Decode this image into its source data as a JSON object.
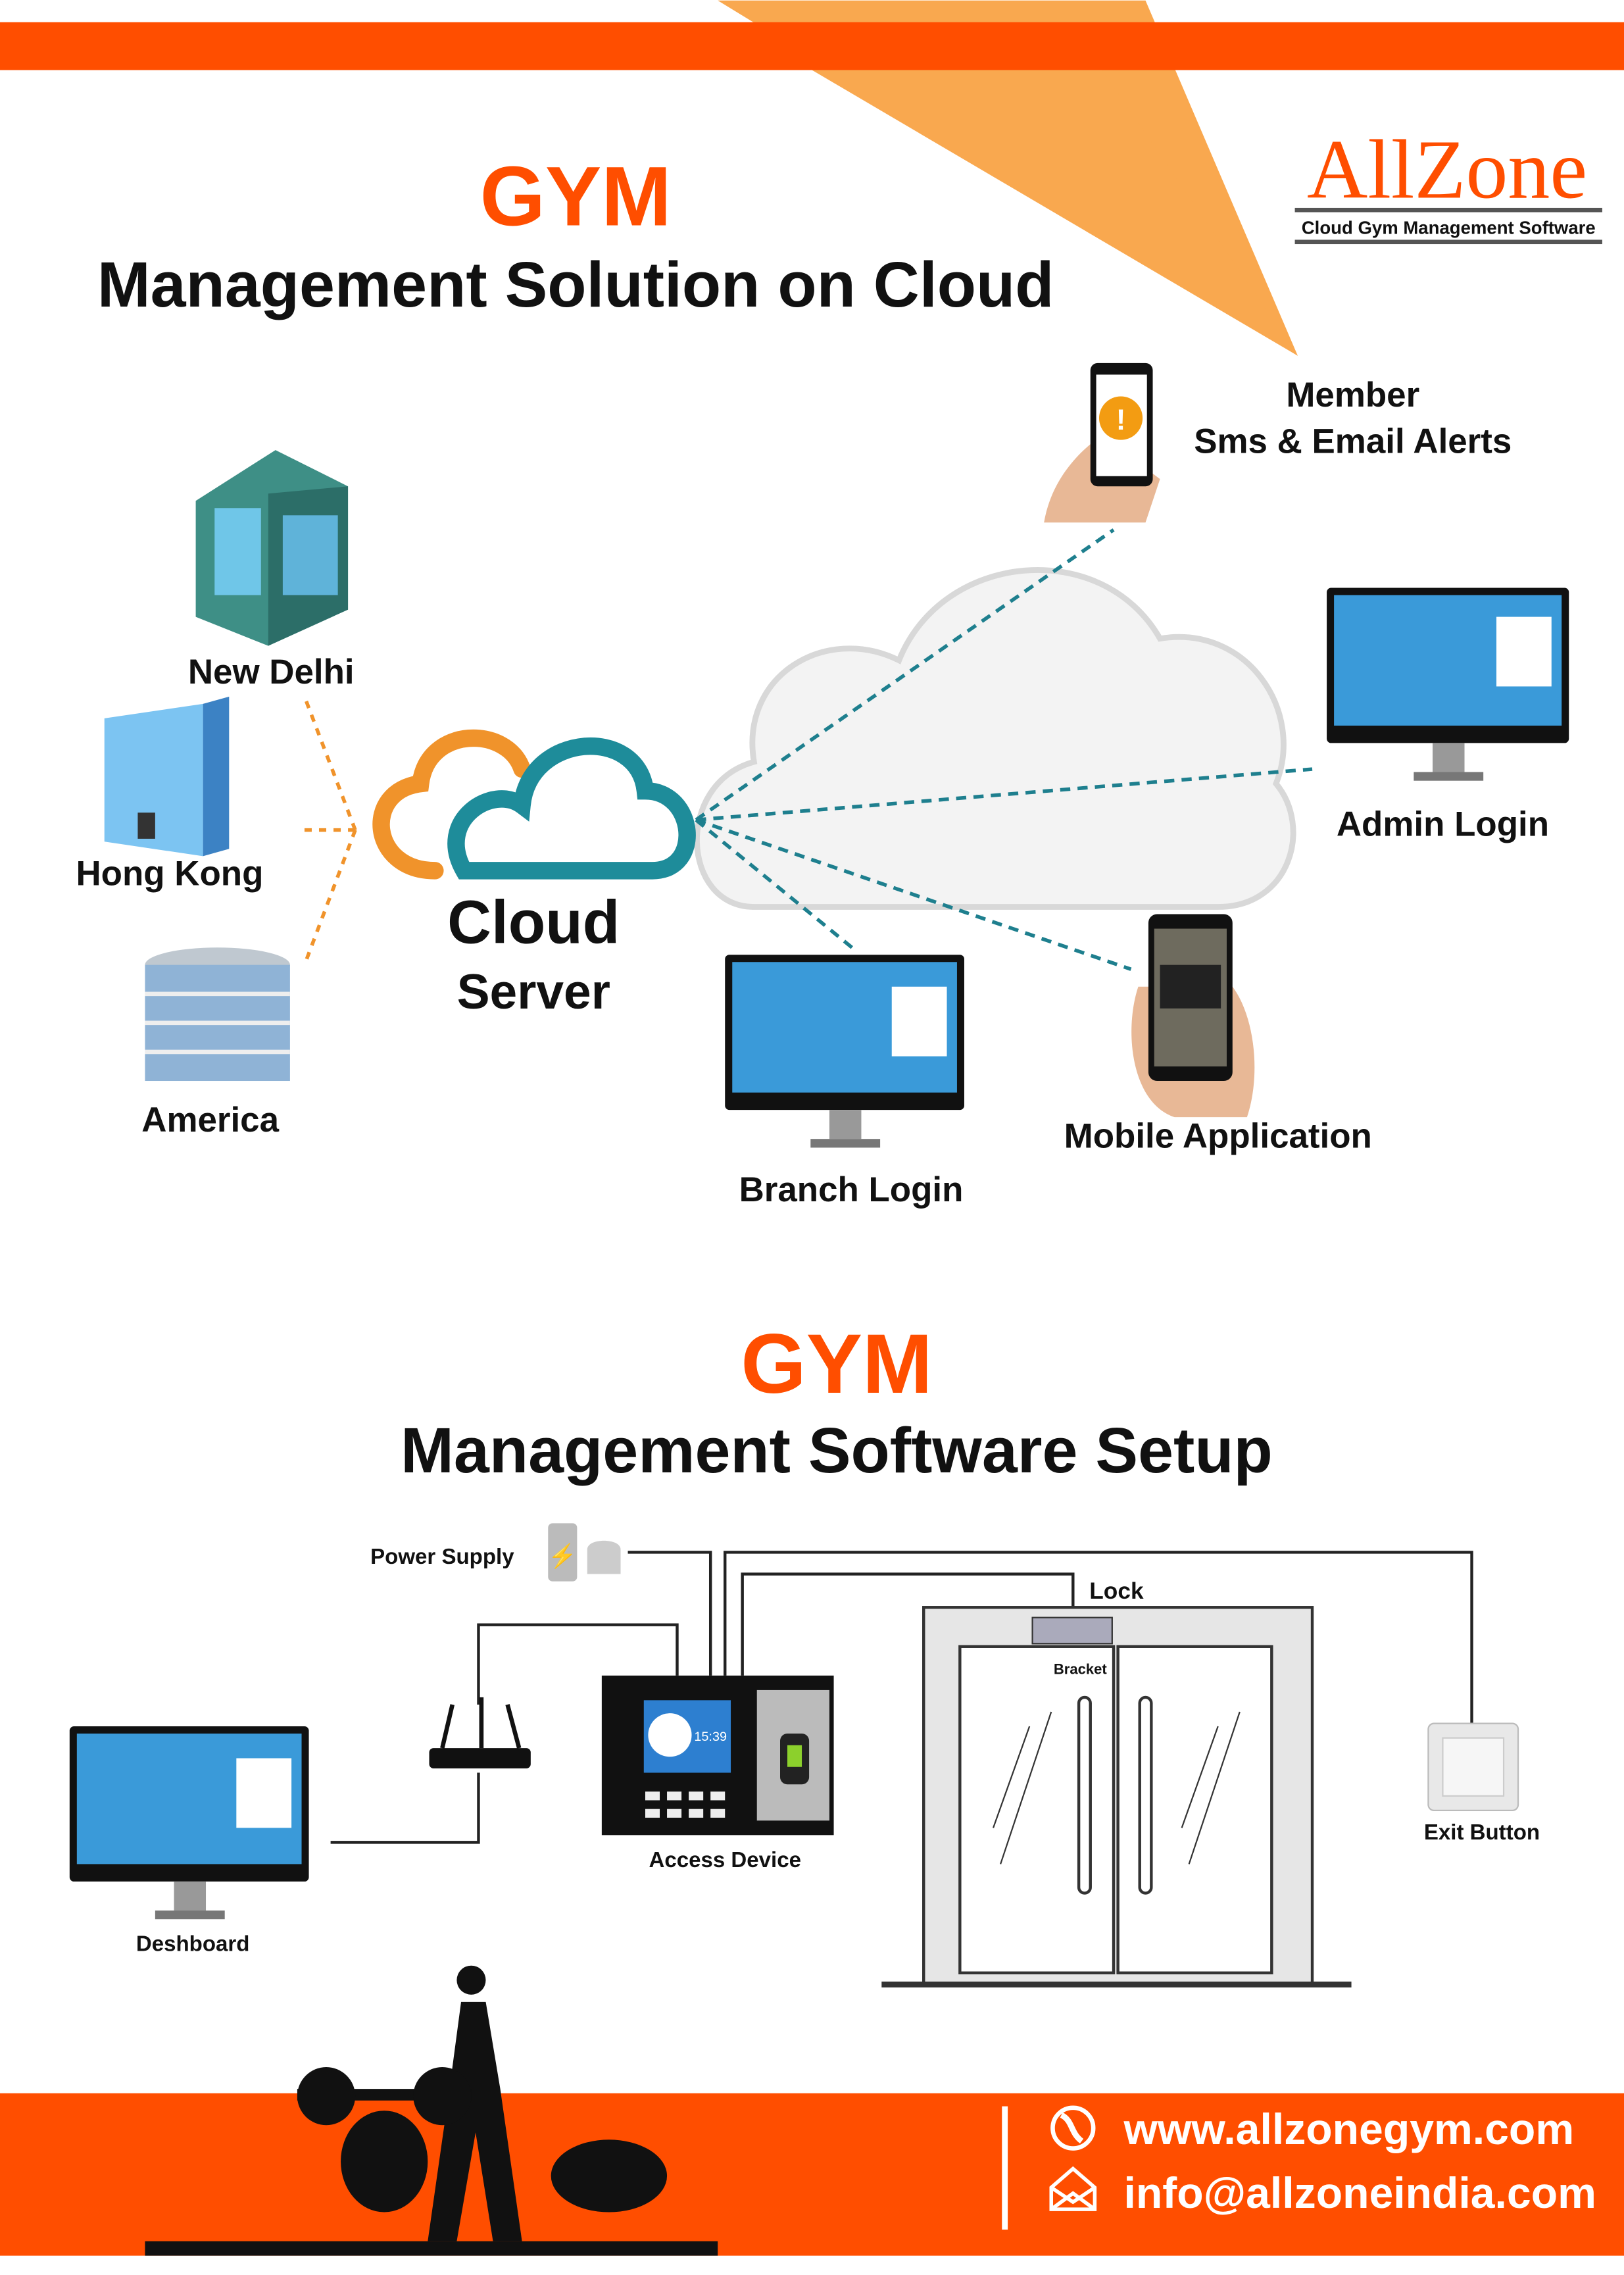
{
  "colors": {
    "brand_orange": "#FF4E00",
    "accent_orange": "#F9A84F",
    "cloud_teal": "#1E8C9A",
    "cloud_orange": "#F0932B",
    "screen_blue": "#3A9AD9",
    "text_dark": "#111111"
  },
  "logo": {
    "brand": "AllZone",
    "tagline": "Cloud Gym Management Software"
  },
  "section1": {
    "title_accent": "GYM",
    "title": "Management Solution on Cloud",
    "cloud_label_1": "Cloud",
    "cloud_label_2": "Server",
    "locations": [
      "New Delhi",
      "Hong Kong",
      "America"
    ],
    "endpoints": {
      "alerts_1": "Member",
      "alerts_2": "Sms & Email Alerts",
      "admin": "Admin Login",
      "branch": "Branch Login",
      "mobile": "Mobile Application"
    }
  },
  "section2": {
    "title_accent": "GYM",
    "title": "Management Software Setup",
    "labels": {
      "power": "Power Supply",
      "lock": "Lock",
      "bracket": "Bracket",
      "access": "Access Device",
      "exit": "Exit Button",
      "dashboard": "Deshboard",
      "device_time": "15:39"
    }
  },
  "footer": {
    "website": "www.allzonegym.com",
    "email": "info@allzoneindia.com",
    "icons": [
      "globe-icon",
      "envelope-icon"
    ]
  }
}
